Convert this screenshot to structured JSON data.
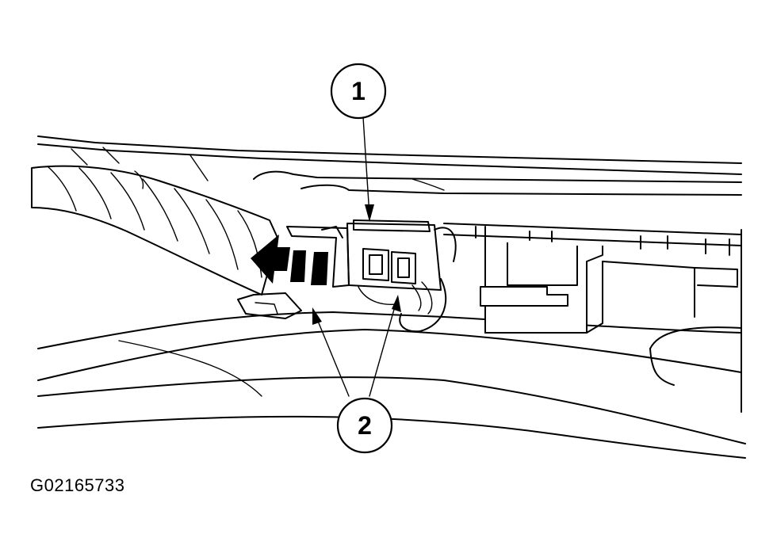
{
  "figure": {
    "callouts": [
      {
        "label": "1"
      },
      {
        "label": "2"
      }
    ],
    "figure_id": "G02165733"
  }
}
